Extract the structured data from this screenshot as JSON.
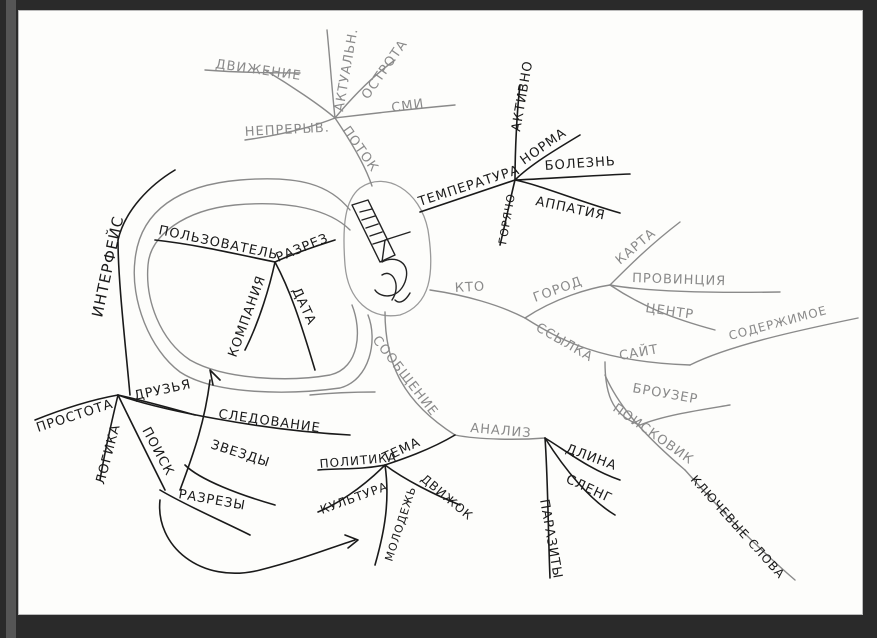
{
  "map": {
    "center_title": "",
    "labels": {
      "potok": "ПОТОК",
      "dvizhenie": "ДВИЖЕНИЕ",
      "aktualn": "АКТУАЛЬН.",
      "ostrota": "ОСТРОТА",
      "smi": "СМИ",
      "nepreryv": "НЕПРЕРЫВ.",
      "temperatura": "ТЕМПЕРАТУРА",
      "aktivno": "АКТИВНО",
      "norma": "НОРМА",
      "bolezn": "БОЛЕЗНЬ",
      "apatiya": "АППАТИЯ",
      "goryacho": "ГОРЯЧО",
      "kto": "КТО",
      "gorod": "ГОРОД",
      "karta": "КАРТА",
      "provinciya": "ПРОВИНЦИЯ",
      "centr": "ЦЕНТР",
      "ssylka": "ССЫЛКА",
      "sait": "САЙТ",
      "soderzhimoe": "СОДЕРЖИМОЕ",
      "brouzer": "БРОУЗЕР",
      "poiskovik": "ПОИСКОВИК",
      "klyuchevye": "КЛЮЧЕВЫЕ СЛОВА",
      "interfeys": "ИНТЕРФЕЙС",
      "polzovatel": "ПОЛЬЗОВАТЕЛЬ",
      "razrez": "РАЗРЕЗ",
      "data": "ДАТА",
      "kompaniya": "КОМПАНИЯ",
      "prostota": "ПРОСТОТА",
      "druzya": "ДРУЗЬЯ",
      "logika": "ЛОГИКА",
      "poisk": "ПОИСК",
      "sledovanie": "СЛЕДОВАНИЕ",
      "zvezdy": "ЗВЕЗДЫ",
      "razrezy": "РАЗРЕЗЫ",
      "soobshchenie": "СООБЩЕНИЕ",
      "analiz": "АНАЛИЗ",
      "dlina": "ДЛИНА",
      "sleng": "СЛЕНГ",
      "parazity": "ПАРАЗИТЫ",
      "politika": "ПОЛИТИКА",
      "tema": "ТЕМА",
      "kultura": "КУЛЬТУРА",
      "dvizhok": "ДВИЖОК",
      "molodezh": "МОЛОДЕЖЬ"
    }
  },
  "colors": {
    "ink": "#1a1a1a",
    "pencil": "#8a8a8a",
    "paper": "#fdfdfb"
  }
}
